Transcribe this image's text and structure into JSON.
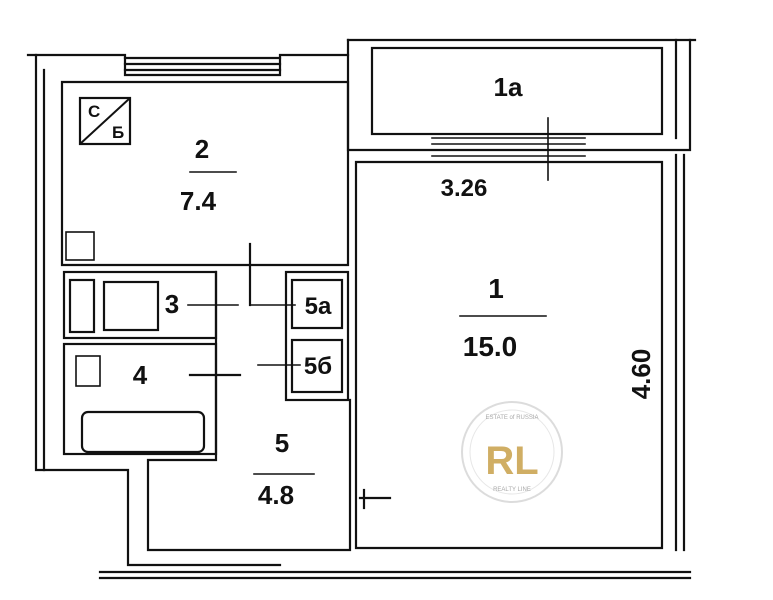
{
  "rooms": [
    {
      "id": "1a",
      "number": "1а"
    },
    {
      "id": "2",
      "number": "2",
      "area": "7.4"
    },
    {
      "id": "1",
      "number": "1",
      "area": "15.0"
    },
    {
      "id": "3",
      "number": "3"
    },
    {
      "id": "4",
      "number": "4"
    },
    {
      "id": "5",
      "number": "5",
      "area": "4.8"
    },
    {
      "id": "5a",
      "number": "5а"
    },
    {
      "id": "5b",
      "number": "5б"
    }
  ],
  "dimensions": {
    "width": "3.26",
    "height": "4.60"
  },
  "fixtures": {
    "stove_top": "С",
    "stove_bottom": "Б"
  },
  "logo": {
    "monogram": "RL",
    "ring_top": "ESTATE of RUSSIA",
    "ring_bottom": "REALTY LINE",
    "color": "#c8a04a"
  }
}
